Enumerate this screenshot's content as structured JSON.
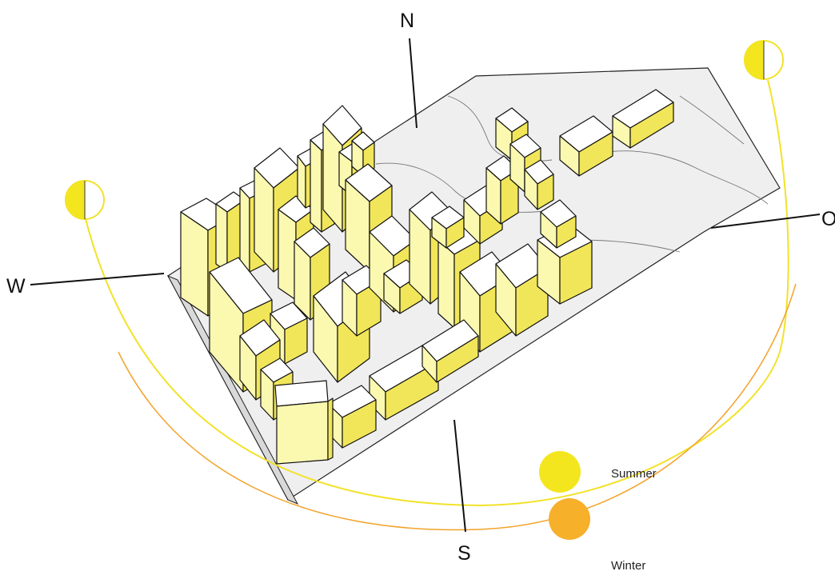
{
  "compass": {
    "north": "N",
    "south": "S",
    "west": "W",
    "east": "O"
  },
  "legend": {
    "summer": "Summer",
    "winter": "Winter"
  },
  "colors": {
    "summer_sun": "#f4e61e",
    "winter_sun": "#f6b02a",
    "summer_path": "#f2e228",
    "winter_path": "#f3a22a",
    "building_sunlit": "#f1e65a",
    "building_shade": "#fbf8b0",
    "ground": "#eeeeee"
  },
  "icons": [
    "half-sun-icon",
    "half-sun-icon"
  ]
}
